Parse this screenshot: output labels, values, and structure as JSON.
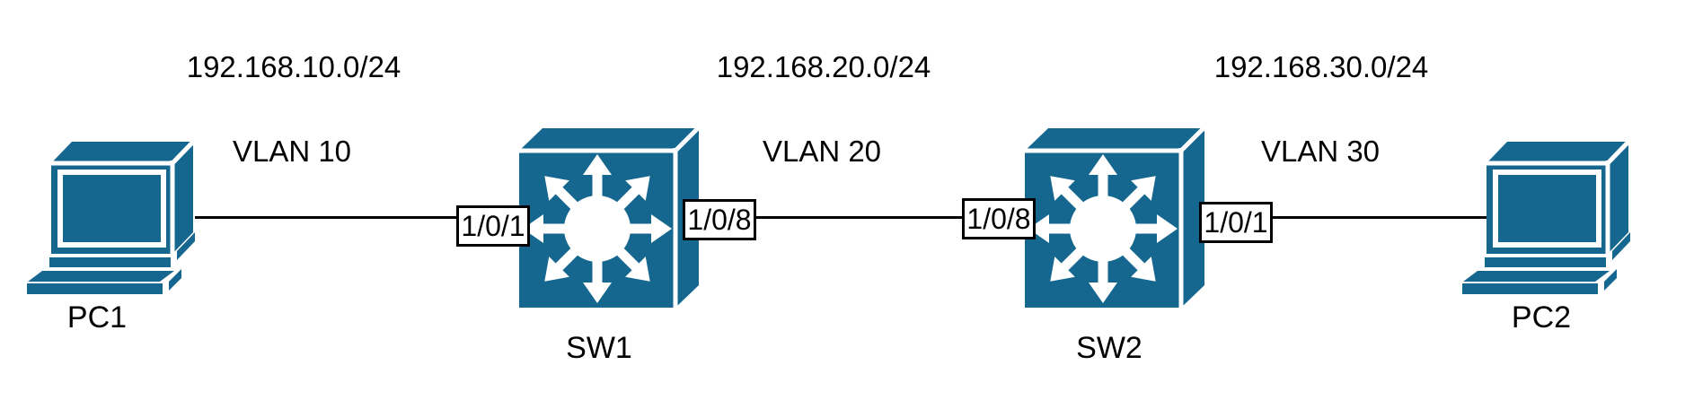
{
  "diagram": {
    "background_color": "#ffffff",
    "node_color": "#15678f",
    "line_color": "#000000",
    "text_color": "#000000",
    "devices": [
      {
        "id": "pc1",
        "type": "workstation",
        "icon": "workstation-icon",
        "label": "PC1"
      },
      {
        "id": "sw1",
        "type": "switch",
        "icon": "switch-icon",
        "label": "SW1"
      },
      {
        "id": "sw2",
        "type": "switch",
        "icon": "switch-icon",
        "label": "SW2"
      },
      {
        "id": "pc2",
        "type": "workstation",
        "icon": "workstation-icon",
        "label": "PC2"
      }
    ],
    "segments": [
      {
        "subnet": "192.168.10.0/24",
        "vlan": "VLAN 10",
        "from": "PC1",
        "to": "SW1",
        "ports": [
          {
            "device": "SW1",
            "port": "1/0/1"
          }
        ]
      },
      {
        "subnet": "192.168.20.0/24",
        "vlan": "VLAN 20",
        "from": "SW1",
        "to": "SW2",
        "ports": [
          {
            "device": "SW1",
            "port": "1/0/8"
          },
          {
            "device": "SW2",
            "port": "1/0/8"
          }
        ]
      },
      {
        "subnet": "192.168.30.0/24",
        "vlan": "VLAN 30",
        "from": "SW2",
        "to": "PC2",
        "ports": [
          {
            "device": "SW2",
            "port": "1/0/1"
          }
        ]
      }
    ]
  }
}
